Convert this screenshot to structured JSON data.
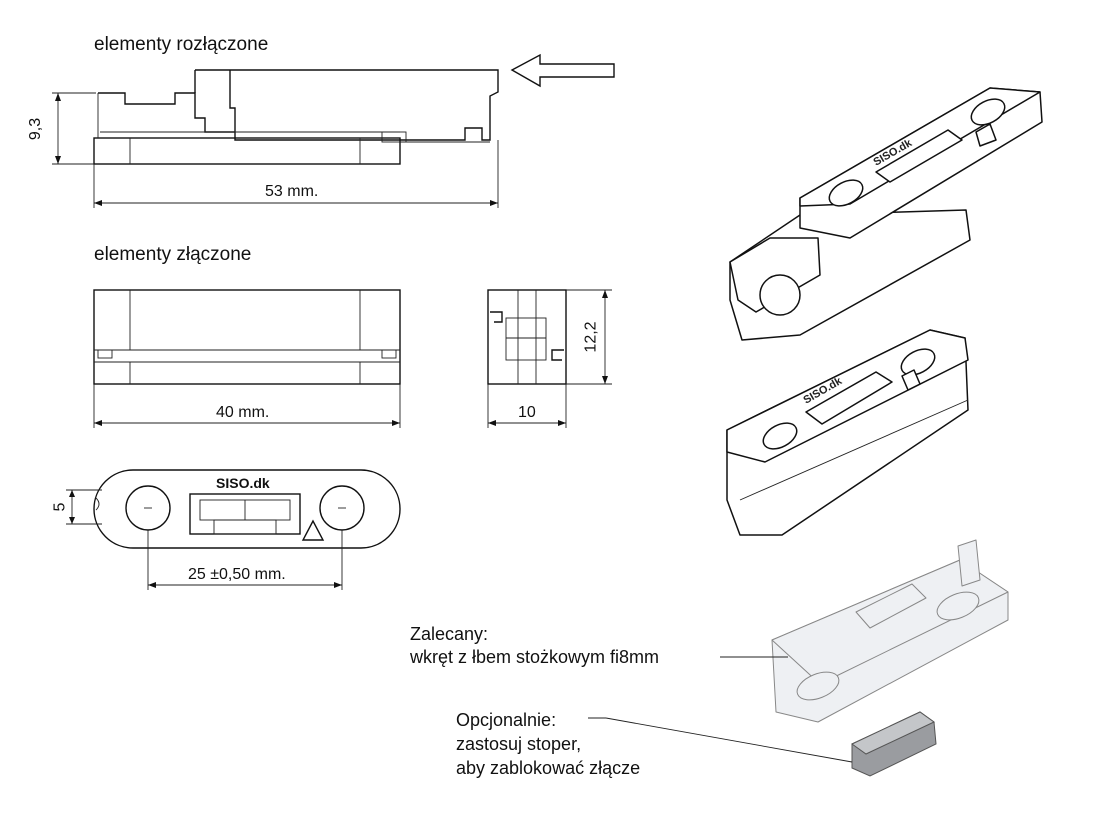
{
  "labels": {
    "separated": "elementy rozłączone",
    "joined": "elementy złączone"
  },
  "dimensions": {
    "height_separated": "9,3",
    "length_separated": "53 mm.",
    "length_joined": "40 mm.",
    "height_joined": "12,2",
    "width_joined": "10",
    "slot_offset": "5",
    "hole_spacing": "25 ±0,50 mm."
  },
  "engraving": {
    "brand": "SISO.dk"
  },
  "notes": {
    "recommended_title": "Zalecany:",
    "recommended_text": "wkręt z łbem stożkowym fi8mm",
    "optional_title": "Opcjonalnie:",
    "optional_line1": "zastosuj stoper,",
    "optional_line2": "aby zablokować złącze"
  }
}
